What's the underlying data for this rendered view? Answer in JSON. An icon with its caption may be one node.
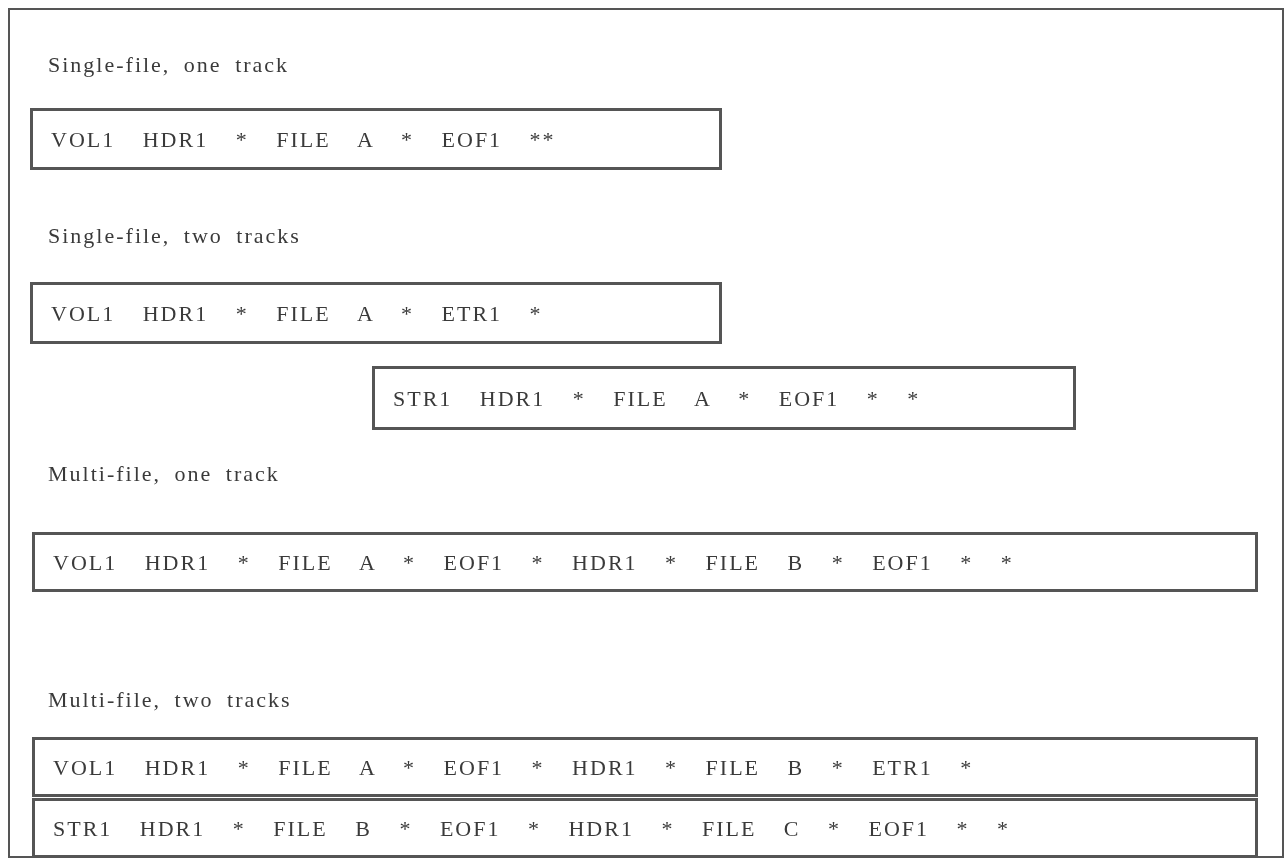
{
  "diagram": {
    "nodes": [
      {
        "text": [
          "VOL1 HDR1 * FILE A * EOF1 **"
        ]
      },
      {
        "text": [
          "VOL1 HDR1 * FILE A * ETR1 *"
        ]
      },
      {
        "text": [
          "STR1 HDR1 * FILE A * EOF1 * *"
        ]
      },
      {
        "text": [
          "VOL1 HDR1 * FILE A * EOF1 * HDR1 * FILE B * EOF1 * *"
        ]
      },
      {
        "text": [
          "VOL1 HDR1 * FILE A * EOF1 * HDR1 * FILE B * ETR1 *"
        ]
      },
      {
        "text": [
          "STR1 HDR1 * FILE B * EOF1 * HDR1 * FILE C * EOF1 * *"
        ]
      }
    ],
    "edges": [],
    "labels": [
      "Single-file, one track",
      "Single-file, two tracks",
      "Multi-file, one track",
      "Multi-file, two tracks"
    ]
  }
}
